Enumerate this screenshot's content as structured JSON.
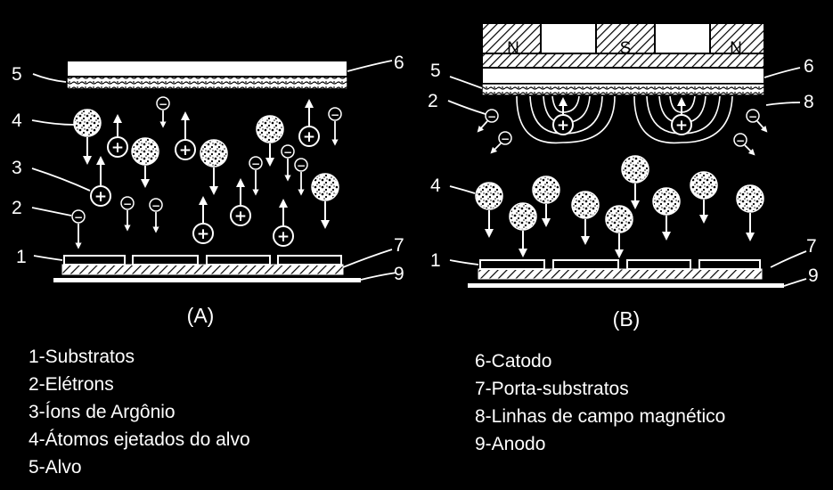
{
  "panels": [
    {
      "caption": "(A)",
      "callouts": {
        "n1": "1",
        "n2": "2",
        "n3": "3",
        "n4": "4",
        "n5": "5",
        "n6": "6",
        "n7": "7",
        "n9": "9"
      }
    },
    {
      "caption": "(B)",
      "callouts": {
        "n1": "1",
        "n2": "2",
        "n4": "4",
        "n5": "5",
        "n6": "6",
        "n7": "7",
        "n8": "8",
        "n9": "9"
      },
      "magnet_labels": [
        "N",
        "S",
        "N"
      ]
    }
  ],
  "symbols": {
    "ion": "+",
    "electron": "−"
  },
  "legend": {
    "left": [
      "1-Substratos",
      "2-Elétrons",
      "3-Íons de Argônio",
      "4-Átomos ejetados do alvo",
      "5-Alvo"
    ],
    "right": [
      "6-Catodo",
      "7-Porta-substratos",
      "8-Linhas de campo magnético",
      "9-Anodo"
    ]
  }
}
